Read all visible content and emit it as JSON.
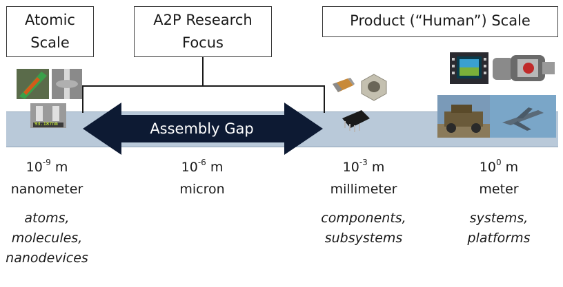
{
  "labels": {
    "atomic_scale_line1": "Atomic",
    "atomic_scale_line2": "Scale",
    "a2p_line1": "A2P Research",
    "a2p_line2": "Focus",
    "product_scale": "Product (“Human”) Scale",
    "assembly_gap": "Assembly Gap"
  },
  "scales": [
    {
      "base": "10",
      "exponent": "-9",
      "unit": "m",
      "name": "nanometer",
      "examples": [
        "atoms,",
        "molecules,",
        "nanodevices"
      ]
    },
    {
      "base": "10",
      "exponent": "-6",
      "unit": "m",
      "name": "micron",
      "examples": []
    },
    {
      "base": "10",
      "exponent": "-3",
      "unit": "m",
      "name": "millimeter",
      "examples": [
        "components,",
        "subsystems"
      ]
    },
    {
      "base": "10",
      "exponent": "0",
      "unit": "m",
      "name": "meter",
      "examples": [
        "systems,",
        "platforms"
      ]
    }
  ],
  "image_caption": "93.187nm",
  "colors": {
    "band": "#b9c9d9",
    "arrow": "#0d1a33",
    "text": "#1a1a1a"
  },
  "icons": [
    "nanostructure-icon",
    "capacitor-icon",
    "hex-nut-icon",
    "chip-icon",
    "cockpit-display-icon",
    "engine-icon",
    "humvee-icon",
    "jet-fighter-icon"
  ]
}
